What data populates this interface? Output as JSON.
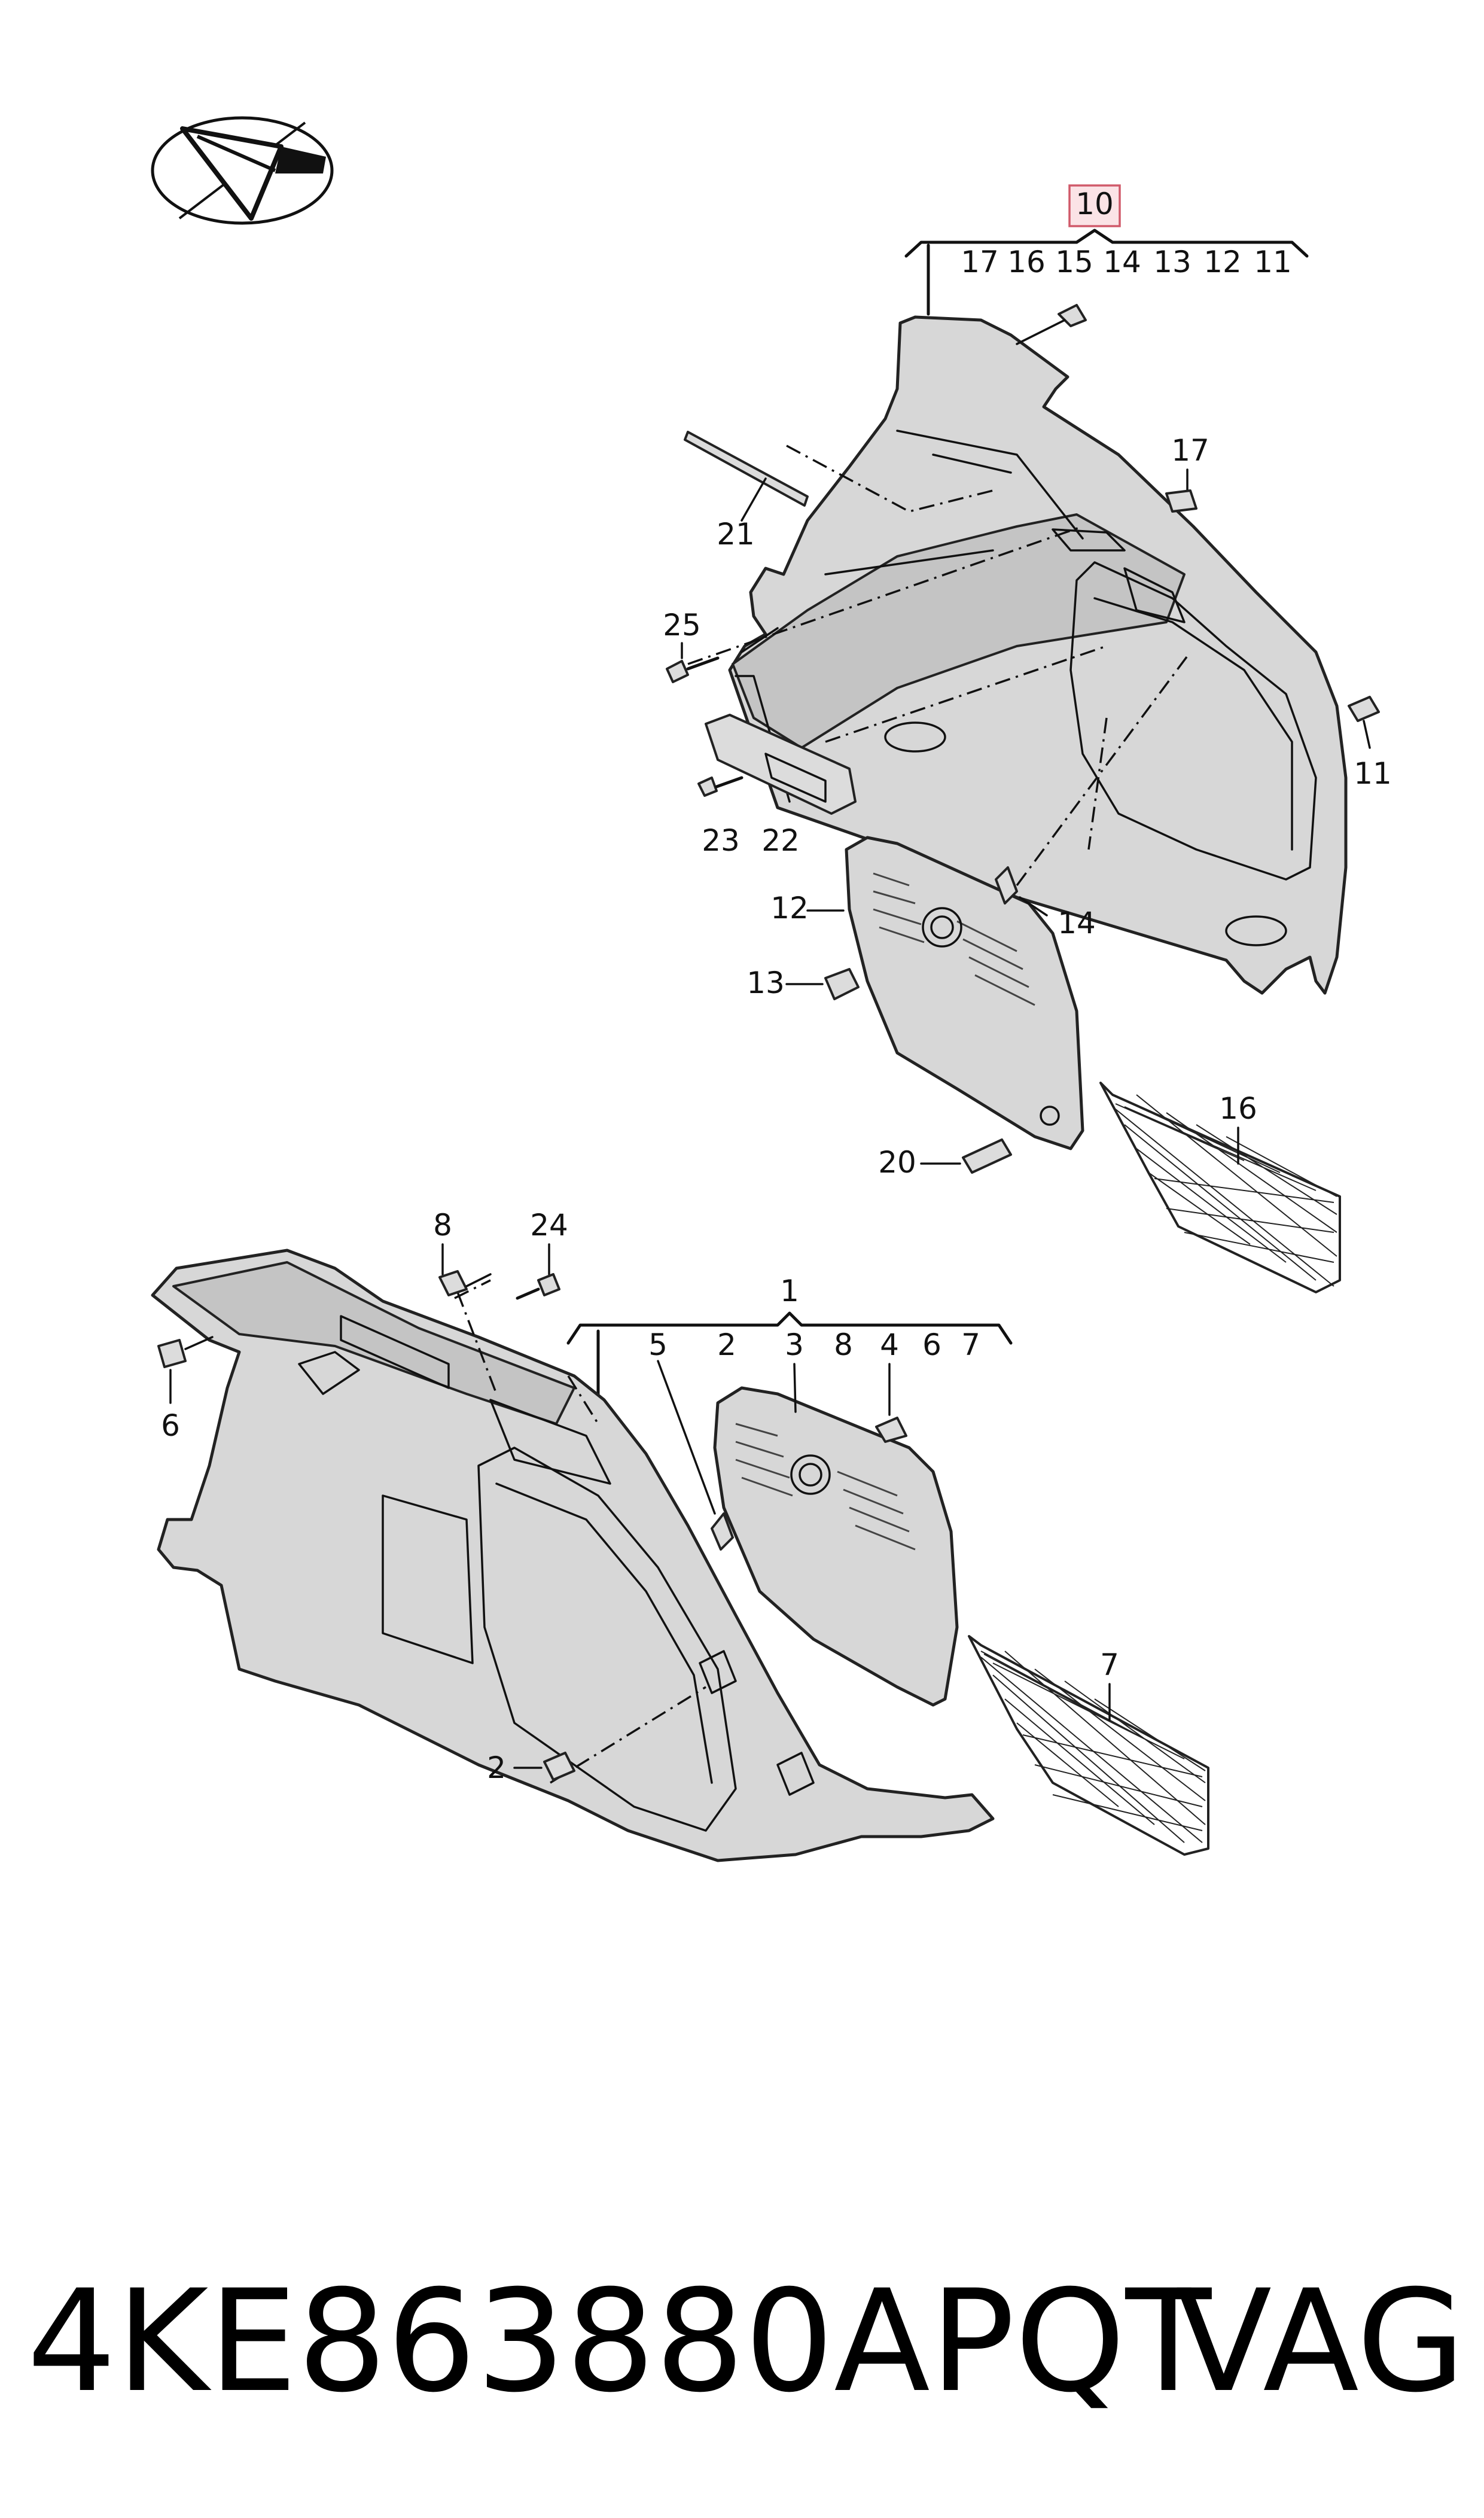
{
  "diagram": {
    "part_number": "4KE863880APQT",
    "brand": "VAG",
    "highlighted_callout": "10",
    "top_group_labels": [
      "17",
      "16",
      "15",
      "14",
      "13",
      "12",
      "11"
    ],
    "bottom_group_header": "1",
    "bottom_group_labels": [
      "5",
      "2",
      "3",
      "8",
      "4",
      "6",
      "7"
    ],
    "callouts": {
      "c17": "17",
      "c21": "21",
      "c25": "25",
      "c11": "11",
      "c23": "23",
      "c22": "22",
      "c12": "12",
      "c14": "14",
      "c13": "13",
      "c16": "16",
      "c20": "20",
      "c8": "8",
      "c24": "24",
      "c6": "6",
      "c5": "5",
      "c3": "3",
      "c4": "4",
      "c7": "7",
      "c2": "2"
    }
  },
  "colors": {
    "panel_fill": "#d7d7d7",
    "highlight_box": "#fbe3e6",
    "highlight_border": "#d05a6a",
    "line": "#111111"
  },
  "icons": [
    "compass-logo-icon"
  ]
}
